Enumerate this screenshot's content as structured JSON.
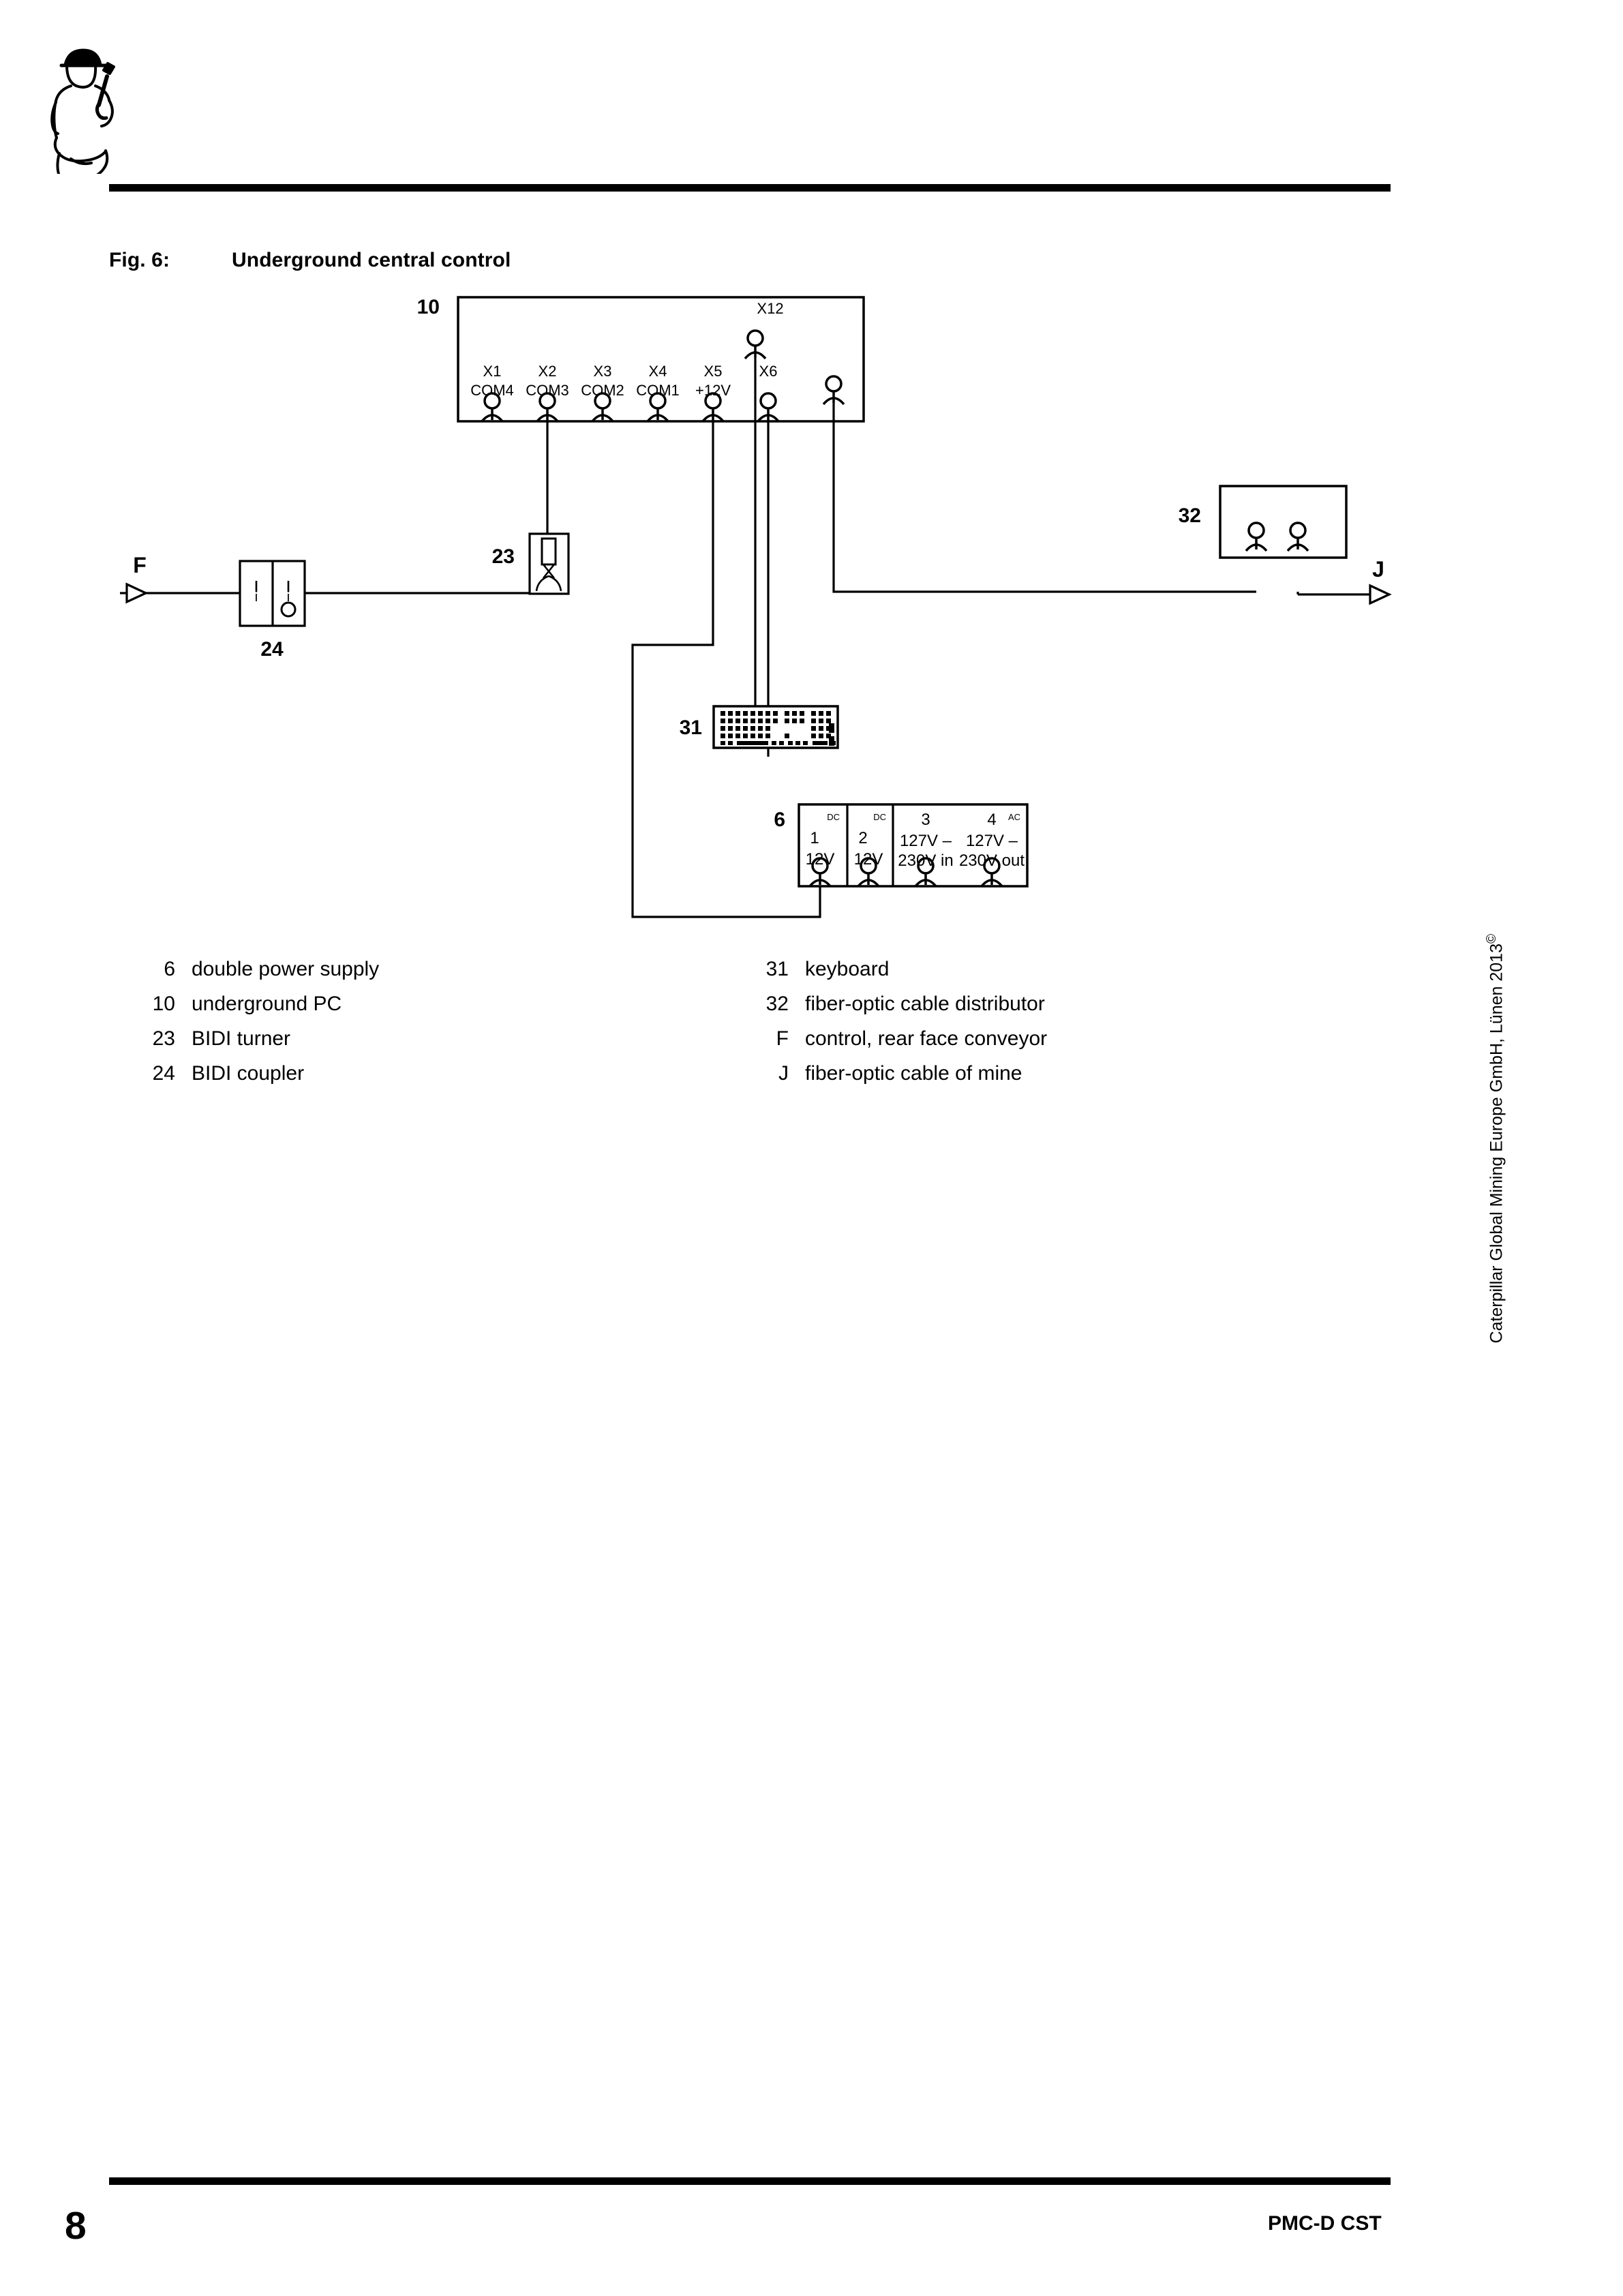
{
  "figure": {
    "label": "Fig. 6:",
    "title": "Underground central control"
  },
  "diagram": {
    "pc": {
      "tag": "10",
      "top_connector_label": "X12",
      "ports": [
        {
          "name": "X1",
          "signal": "COM4"
        },
        {
          "name": "X2",
          "signal": "COM3"
        },
        {
          "name": "X3",
          "signal": "COM2"
        },
        {
          "name": "X4",
          "signal": "COM1"
        },
        {
          "name": "X5",
          "signal": "+12V"
        },
        {
          "name": "X6",
          "signal": ""
        },
        {
          "name": "",
          "signal": ""
        }
      ]
    },
    "bidi_turner": {
      "tag": "23"
    },
    "bidi_coupler": {
      "tag": "24",
      "mark_left": "i",
      "mark_right": "i"
    },
    "keyboard": {
      "tag": "31"
    },
    "distributor": {
      "tag": "32"
    },
    "power_supply": {
      "tag": "6",
      "cells": [
        {
          "number": "1",
          "value": "12V",
          "type": "DC"
        },
        {
          "number": "2",
          "value": "12V",
          "type": "DC"
        },
        {
          "number": "3",
          "value_line1": "127V –",
          "value_line2": "230V in",
          "type": ""
        },
        {
          "number": "4",
          "value_line1": "127V –",
          "value_line2": "230V out",
          "type": "AC"
        }
      ]
    },
    "terminals": {
      "f": "F",
      "j": "J"
    }
  },
  "legend": {
    "left": [
      {
        "key": "6",
        "text": "double power supply"
      },
      {
        "key": "10",
        "text": "underground PC"
      },
      {
        "key": "23",
        "text": "BIDI turner"
      },
      {
        "key": "24",
        "text": "BIDI coupler"
      }
    ],
    "right": [
      {
        "key": "31",
        "text": "keyboard"
      },
      {
        "key": "32",
        "text": "fiber-optic cable distributor"
      },
      {
        "key": "F",
        "text": "control, rear face conveyor"
      },
      {
        "key": "J",
        "text": "fiber-optic cable of mine"
      }
    ]
  },
  "copyright": {
    "mark": "©",
    "text": "Caterpillar Global Mining Europe GmbH, Lünen 2013"
  },
  "footer": {
    "page_number": "8",
    "document_code": "PMC-D CST"
  }
}
